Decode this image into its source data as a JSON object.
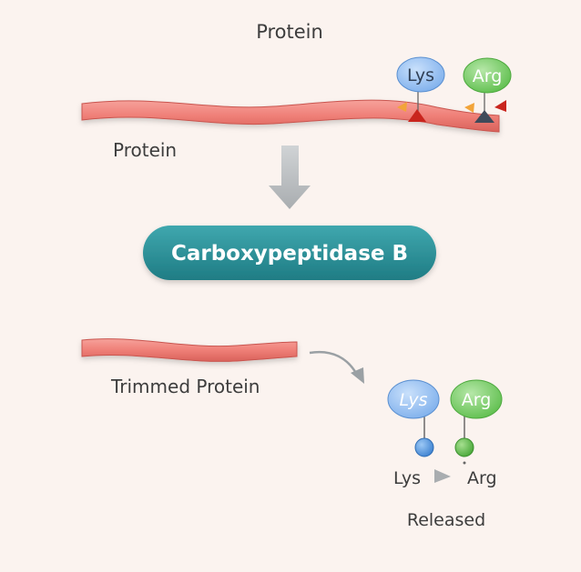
{
  "title": "Protein",
  "protein_label": "Protein",
  "enzyme_label": "Carboxypeptidase B",
  "trimmed_label": "Trimmed Protein",
  "released_label": "Released",
  "residues": {
    "lys": "Lys",
    "arg": "Arg"
  },
  "free_residues": {
    "lys": "Lys",
    "arg": "Arg"
  },
  "colors": {
    "background": "#fbf3ef",
    "protein_strand": "#ef7f77",
    "enzyme": "#2b8e96",
    "lys": "#8fbcf0",
    "arg": "#7fcc6a",
    "arrow": "#b9bdc0"
  }
}
